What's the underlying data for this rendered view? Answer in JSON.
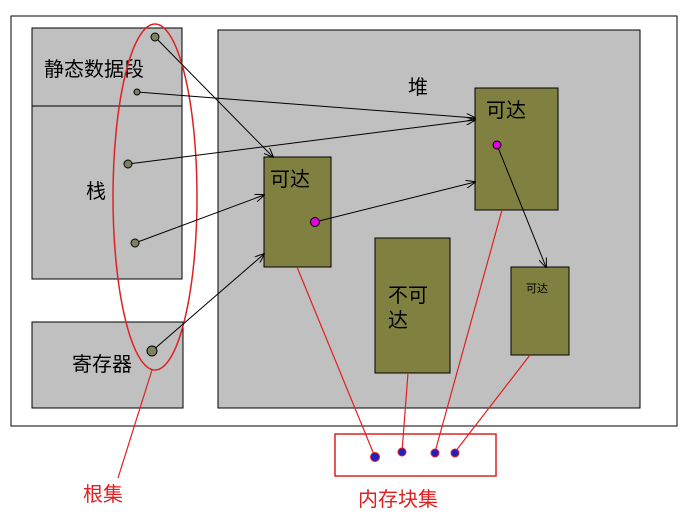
{
  "labels": {
    "static_data_segment": "静态数据段",
    "stack": "栈",
    "registers": "寄存器",
    "heap": "堆",
    "reachable_top_right": "可达",
    "reachable_middle": "可达",
    "reachable_small": "可达",
    "unreachable_line1": "不可",
    "unreachable_line2": "达",
    "root_set": "根集",
    "memory_blocks": "内存块集"
  },
  "colors": {
    "gray_region": "#c0c0c0",
    "block_fill": "#808040",
    "root_dot": "#808060",
    "pointer_dot": "#e000e0",
    "memory_dot": "#2020c0",
    "red_outline": "#e02020",
    "arrow": "#000000"
  }
}
